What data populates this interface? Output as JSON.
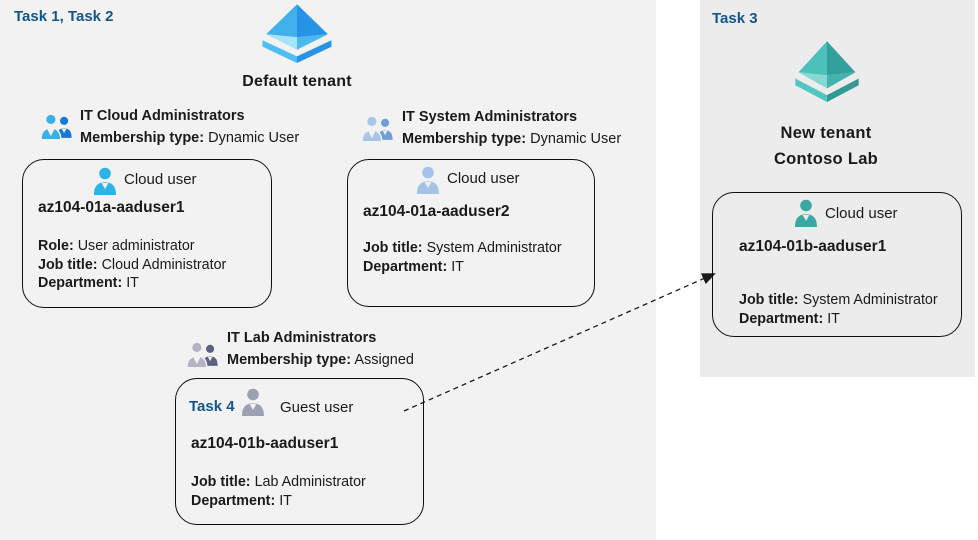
{
  "colors": {
    "task_blue": "#15558a",
    "text": "#1a1a1a",
    "left_bg": "#f2f2f2",
    "right_bg": "#ececec",
    "card_border": "#101010",
    "arrow": "#1a1a1a",
    "person_cyan": "#2eb3e8",
    "person_steel": "#a5c3e6",
    "person_gray": "#9da0b1",
    "person_teal": "#3aa9a4",
    "grp1_front": "#38b2e4",
    "grp1_back": "#1878d6",
    "grp2_front": "#a9c6e8",
    "grp2_back": "#6f9fd6",
    "grp3_front": "#b2b3c6",
    "grp3_back": "#60617e",
    "pyr_blue_tl": "#41b1ec",
    "pyr_blue_tr": "#2793e6",
    "pyr_blue_bl": "#a9e2fb",
    "pyr_blue_br": "#4cb8ef",
    "pyr_blue_bsl": "#4cc0f4",
    "pyr_blue_bsr": "#2793e6",
    "pyr_teal_tl": "#4cc0ba",
    "pyr_teal_tr": "#359f9b",
    "pyr_teal_bl": "#85d8d2",
    "pyr_teal_br": "#42b3ad",
    "pyr_teal_bsl": "#52c6c0",
    "pyr_teal_bsr": "#319a95"
  },
  "icons": {
    "default_tenant": "azure-ad-tenant-pyramid-blue",
    "new_tenant": "azure-ad-tenant-pyramid-teal",
    "group": "two-people-group-icon",
    "user": "person-icon"
  },
  "left_panel": {
    "task_label": "Task 1, Task 2",
    "tenant_title": "Default tenant",
    "groups": [
      {
        "title": "IT Cloud Administrators",
        "membership_label": "Membership type:",
        "membership_value": "Dynamic User"
      },
      {
        "title": "IT System Administrators",
        "membership_label": "Membership type:",
        "membership_value": "Dynamic User"
      },
      {
        "title": "IT Lab Administrators",
        "membership_label": "Membership type:",
        "membership_value": "Assigned"
      }
    ],
    "cards": [
      {
        "user_type": "Cloud user",
        "name": "az104-01a-aaduser1",
        "fields": [
          {
            "label": "Role:",
            "value": "User administrator"
          },
          {
            "label": "Job title:",
            "value": "Cloud Administrator"
          },
          {
            "label": "Department:",
            "value": "IT"
          }
        ]
      },
      {
        "user_type": "Cloud user",
        "name": "az104-01a-aaduser2",
        "fields": [
          {
            "label": "Job title:",
            "value": "System Administrator"
          },
          {
            "label": "Department:",
            "value": "IT"
          }
        ]
      },
      {
        "task_label": "Task 4",
        "user_type": "Guest user",
        "name": "az104-01b-aaduser1",
        "fields": [
          {
            "label": "Job title:",
            "value": "Lab Administrator"
          },
          {
            "label": "Department:",
            "value": "IT"
          }
        ]
      }
    ]
  },
  "right_panel": {
    "task_label": "Task 3",
    "tenant_title_line1": "New tenant",
    "tenant_title_line2": "Contoso Lab",
    "card": {
      "user_type": "Cloud user",
      "name": "az104-01b-aaduser1",
      "fields": [
        {
          "label": "Job title:",
          "value": "System Administrator"
        },
        {
          "label": "Department:",
          "value": "IT"
        }
      ]
    }
  }
}
